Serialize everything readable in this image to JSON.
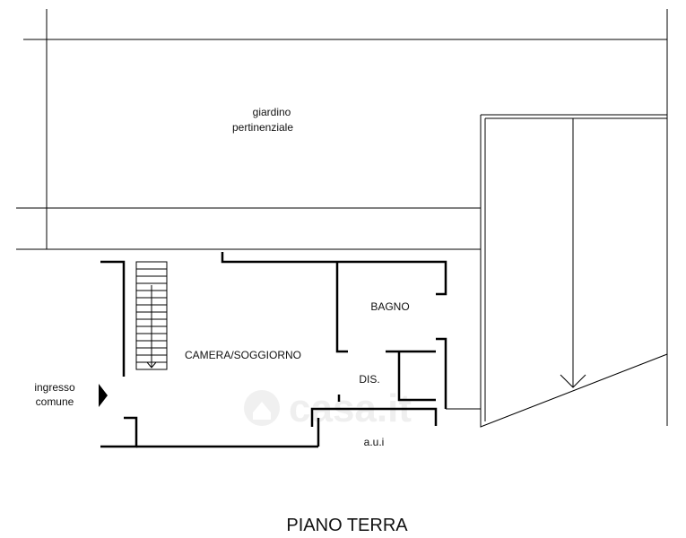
{
  "plan": {
    "rooms": {
      "garden_line1": "giardino",
      "garden_line2": "pertinenziale",
      "bathroom": "BAGNO",
      "living": "CAMERA/SOGGIORNO",
      "hallway": "DIS.",
      "entrance_line1": "ingresso",
      "entrance_line2": "comune",
      "other_unit": "a.u.i"
    },
    "title": "PIANO TERRA",
    "watermark": "casa.it"
  }
}
